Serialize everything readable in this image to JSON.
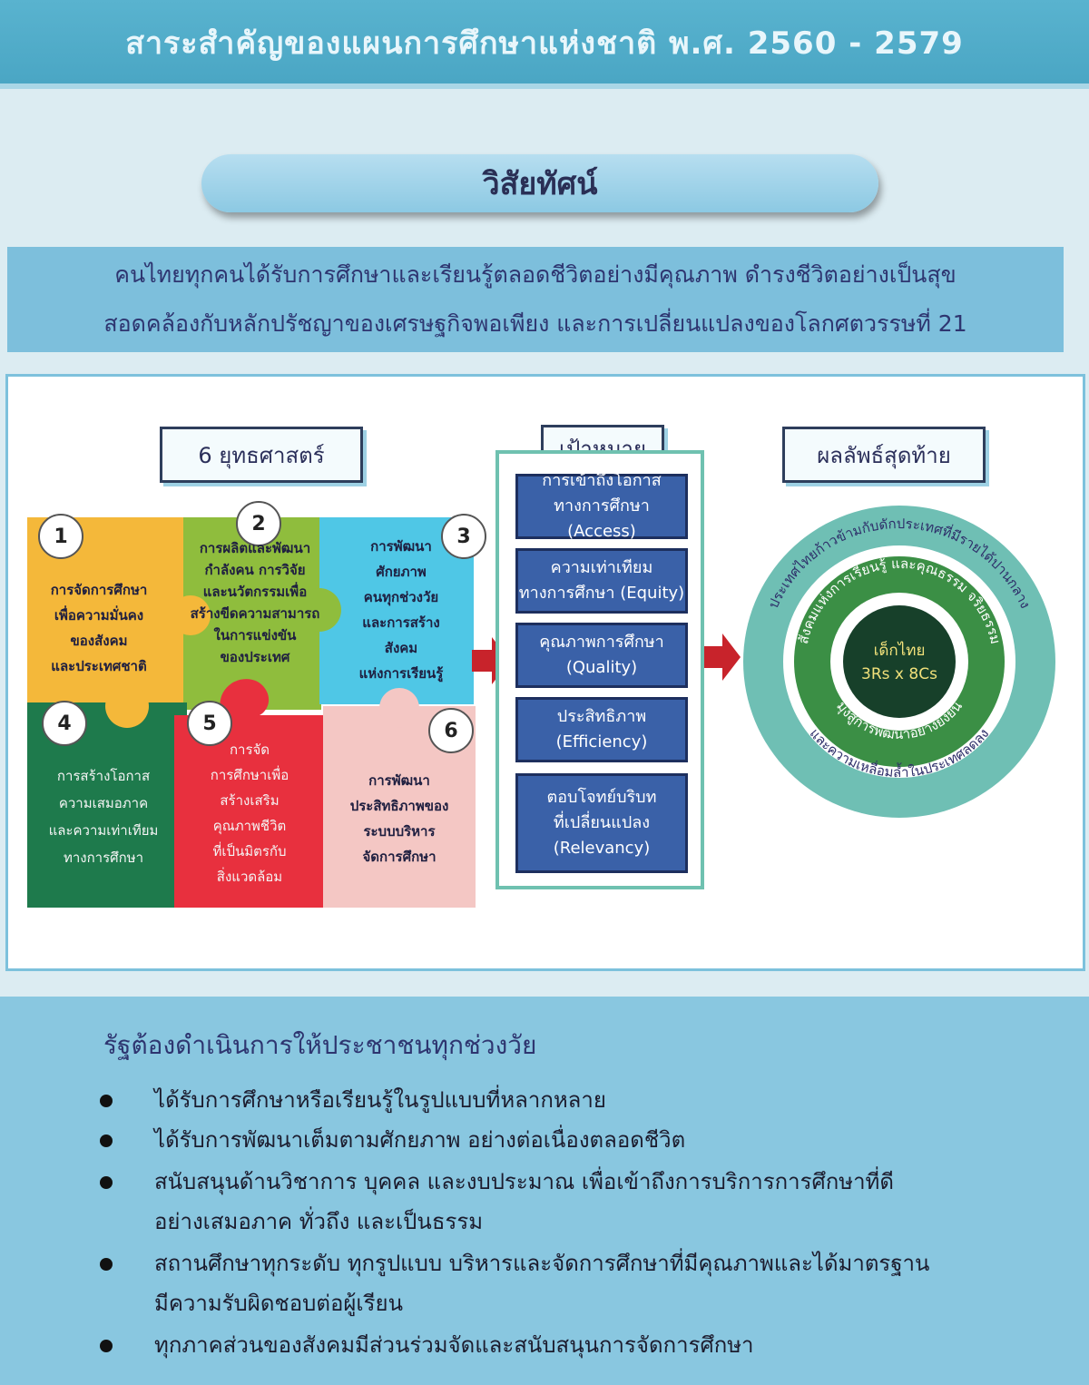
{
  "header": {
    "title": "สาระสำคัญของแผนการศึกษาแห่งชาติ พ.ศ. 2560 - 2579"
  },
  "vision": {
    "label": "วิสัยทัศน์",
    "line1": "คนไทยทุกคนได้รับการศึกษาและเรียนรู้ตลอดชีวิตอย่างมีคุณภาพ ดำรงชีวิตอย่างเป็นสุข",
    "line2": "สอดคล้องกับหลักปรัชญาของเศรษฐกิจพอเพียง และการเปลี่ยนแปลงของโลกศตวรรษที่ 21"
  },
  "strategies": {
    "heading": "6 ยุทธศาสตร์",
    "items": [
      {
        "num": "1",
        "lines": [
          "การจัดการศึกษา",
          "เพื่อความมั่นคง",
          "ของสังคม",
          "และประเทศชาติ"
        ],
        "color": "#f4b83a"
      },
      {
        "num": "2",
        "lines": [
          "การผลิตและพัฒนา",
          "กำลังคน การวิจัย",
          "และนวัตกรรมเพื่อ",
          "สร้างขีดความสามารถ",
          "ในการแข่งขัน",
          "ของประเทศ"
        ],
        "color": "#8fbd3d"
      },
      {
        "num": "3",
        "lines": [
          "การพัฒนา",
          "ศักยภาพ",
          "คนทุกช่วงวัย",
          "และการสร้าง",
          "สังคม",
          "แห่งการเรียนรู้"
        ],
        "color": "#4fc7e6"
      },
      {
        "num": "4",
        "lines": [
          "การสร้างโอกาส",
          "ความเสมอภาค",
          "และความเท่าเทียม",
          "ทางการศึกษา"
        ],
        "color": "#1e7a4c"
      },
      {
        "num": "5",
        "lines": [
          "การจัด",
          "การศึกษาเพื่อ",
          "สร้างเสริม",
          "คุณภาพชีวิต",
          "ที่เป็นมิตรกับ",
          "สิ่งแวดล้อม"
        ],
        "color": "#e8303e"
      },
      {
        "num": "6",
        "lines": [
          "การพัฒนา",
          "ประสิทธิภาพของ",
          "ระบบบริหาร",
          "จัดการศึกษา"
        ],
        "color": "#f4c7c4"
      }
    ]
  },
  "goals": {
    "heading": "เป้าหมาย",
    "items": [
      [
        "การเข้าถึงโอกาส",
        "ทางการศึกษา (Access)"
      ],
      [
        "ความเท่าเทียม",
        "ทางการศึกษา (Equity)"
      ],
      [
        "คุณภาพการศึกษา",
        "(Quality)"
      ],
      [
        "ประสิทธิภาพ",
        "(Efficiency)"
      ],
      [
        "ตอบโจทย์บริบท",
        "ที่เปลี่ยนแปลง",
        "(Relevancy)"
      ]
    ]
  },
  "outcome": {
    "heading": "ผลลัพธ์สุดท้าย",
    "outer_top": "ประเทศไทยก้าวข้ามกับดักประเทศที่มีรายได้ปานกลาง",
    "outer_bottom": "และความเหลื่อมล้ำในประเทศลดลง",
    "inner_top": "สังคมแห่งการเรียนรู้ และคุณธรรม จริยธรรม",
    "inner_bottom": "มุ่งสู่การพัฒนาอย่างยั่งยืน",
    "center1": "เด็กไทย",
    "center2": "3Rs x 8Cs"
  },
  "state_duties": {
    "title": "รัฐต้องดำเนินการให้ประชาชนทุกช่วงวัย",
    "b1": "ได้รับการศึกษาหรือเรียนรู้ในรูปแบบที่หลากหลาย",
    "b2": "ได้รับการพัฒนาเต็มตามศักยภาพ อย่างต่อเนื่องตลอดชีวิต",
    "b3a": "สนับสนุนด้านวิชาการ บุคคล และงบประมาณ เพื่อเข้าถึงการบริการการศึกษาที่ดี",
    "b3b": "อย่างเสมอภาค ทั่วถึง และเป็นธรรม",
    "b4a": "สถานศึกษาทุกระดับ ทุกรูปแบบ บริหารและจัดการศึกษาที่มีคุณภาพและได้มาตรฐาน",
    "b4b": "มีความรับผิดชอบต่อผู้เรียน",
    "b5": "ทุกภาคส่วนของสังคมมีส่วนร่วมจัดและสนับสนุนการจัดการศึกษา"
  }
}
